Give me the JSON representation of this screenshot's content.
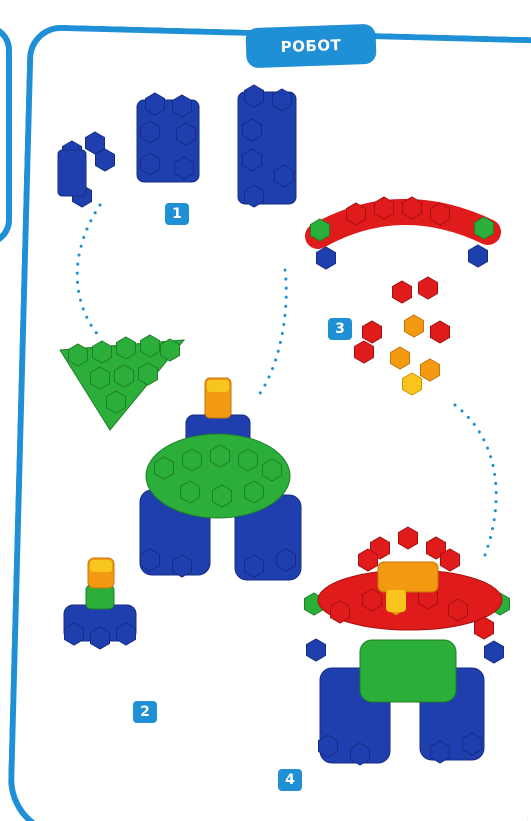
{
  "page": {
    "title": "РОБОТ",
    "accent_color": "#1f8fd6",
    "background": "#ffffff"
  },
  "steps": [
    {
      "number": "1"
    },
    {
      "number": "2"
    },
    {
      "number": "3"
    },
    {
      "number": "4"
    }
  ],
  "brick_colors": {
    "blue": "#1f3fae",
    "green": "#2cae3a",
    "red": "#e01b1b",
    "orange": "#f39a12",
    "yellow": "#f7c51c"
  }
}
